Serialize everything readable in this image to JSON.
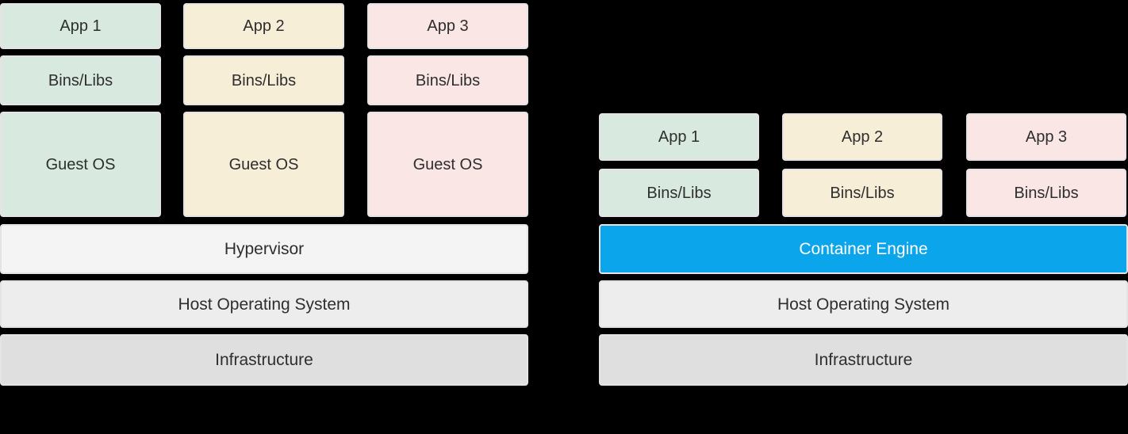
{
  "colors": {
    "tint_green": "#d8e9e0",
    "tint_cream": "#f7eed8",
    "tint_pink": "#f9e6e5",
    "layer_light": "#f4f4f4",
    "layer_mid": "#ededed",
    "layer_dark": "#dfdfdf",
    "accent_blue": "#0aa5eb",
    "box_border": "#e6e3e7",
    "text": "#2e2e2e",
    "text_on_accent": "#ffffff",
    "background": "#000000"
  },
  "vm_stack": {
    "columns": [
      {
        "app_label": "App 1",
        "bins_label": "Bins/Libs",
        "guest_os_label": "Guest OS"
      },
      {
        "app_label": "App 2",
        "bins_label": "Bins/Libs",
        "guest_os_label": "Guest OS"
      },
      {
        "app_label": "App 3",
        "bins_label": "Bins/Libs",
        "guest_os_label": "Guest OS"
      }
    ],
    "layers": [
      {
        "label": "Hypervisor"
      },
      {
        "label": "Host Operating System"
      },
      {
        "label": "Infrastructure"
      }
    ]
  },
  "container_stack": {
    "columns": [
      {
        "app_label": "App 1",
        "bins_label": "Bins/Libs"
      },
      {
        "app_label": "App 2",
        "bins_label": "Bins/Libs"
      },
      {
        "app_label": "App 3",
        "bins_label": "Bins/Libs"
      }
    ],
    "layers": [
      {
        "label": "Container Engine"
      },
      {
        "label": "Host Operating System"
      },
      {
        "label": "Infrastructure"
      }
    ]
  }
}
